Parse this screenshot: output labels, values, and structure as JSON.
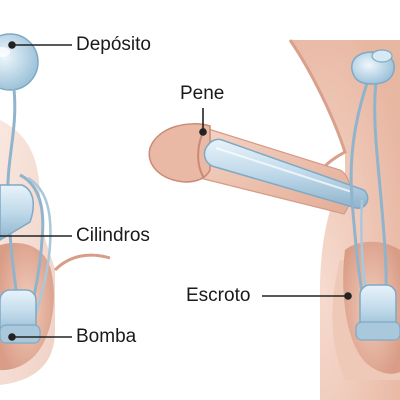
{
  "labels": {
    "deposito": "Depósito",
    "cilindros": "Cilindros",
    "bomba": "Bomba",
    "pene": "Pene",
    "escroto": "Escroto"
  },
  "colors": {
    "skin": "#ecc1ad",
    "skin_dark": "#d9a08c",
    "skin_shadow": "#c98a76",
    "device": "#bcd8ea",
    "device_dark": "#7fa9c4",
    "device_light": "#e6f2fa",
    "line": "#222222"
  }
}
